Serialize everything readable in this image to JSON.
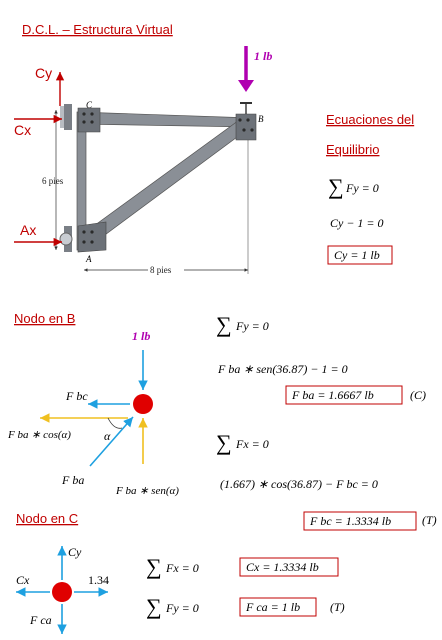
{
  "colors": {
    "accent_red": "#c00000",
    "load_purple": "#b000b0",
    "arrow_blue": "#1ea0e0",
    "arrow_yellow": "#f0c020",
    "node_red": "#e00000",
    "member_gray": "#8a8f96"
  },
  "section1": {
    "title": "D.C.L. –  Estructura Virtual",
    "load": "1 lb",
    "label_cy": "Cy",
    "label_cx": "Cx",
    "label_ax": "Ax",
    "node_c": "C",
    "node_b": "B",
    "node_a": "A",
    "dim_height": "6 pies",
    "dim_width": "8 pies",
    "eq_title_1": "Ecuaciones del",
    "eq_title_2": "Equilibrio",
    "eq1_sum": "∑",
    "eq1_text": "Fy = 0",
    "eq2": "Cy − 1 = 0",
    "eq3": "Cy = 1 lb"
  },
  "section2": {
    "title": "Nodo en B",
    "load": "1 lb",
    "label_fbc": "F bc",
    "label_fba_cos": "F ba ∗ cos(α)",
    "label_alpha": "α",
    "label_fba": "F ba",
    "label_fba_sen": "F ba ∗ sen(α)",
    "eq_sum1": "∑",
    "eq_sum1_text": "Fy = 0",
    "eq_line1": "F ba ∗ sen(36.87) − 1 = 0",
    "eq_result1": "F ba = 1.6667 lb",
    "eq_result1_note": "(C)",
    "eq_sum2": "∑",
    "eq_sum2_text": "Fx = 0",
    "eq_line2": "(1.667) ∗ cos(36.87) − F bc = 0"
  },
  "section3": {
    "title": "Nodo en C",
    "eq_result": "F bc = 1.3334 lb",
    "eq_result_note": "(T)",
    "label_cy": "Cy",
    "label_cx": "Cx",
    "label_134": "1.34",
    "label_fca": "F ca",
    "eq_sum1": "∑",
    "eq_sum1_text": "Fx = 0",
    "eq_res1": "Cx = 1.3334 lb",
    "eq_sum2": "∑",
    "eq_sum2_text": "Fy = 0",
    "eq_res2": "F ca = 1 lb",
    "eq_res2_note": "(T)"
  }
}
